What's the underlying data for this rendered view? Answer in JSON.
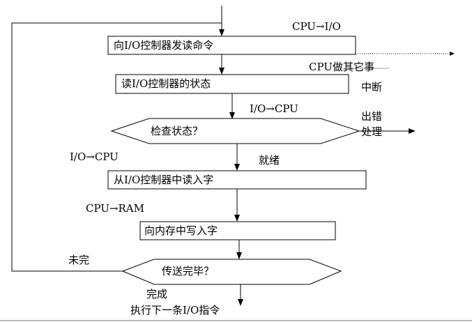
{
  "steps": {
    "send_read_cmd": "向I/O控制器发读命令",
    "read_status": "读I/O控制器的状态",
    "check_status": "检查状态？",
    "read_word": "从I/O控制器中读入字",
    "write_memory": "向内存中写入字",
    "transfer_done": "传送完毕？"
  },
  "labels": {
    "cpu_to_io": "CPU→I/O",
    "cpu_other": "CPU做其它事",
    "interrupt": "中断",
    "io_to_cpu_top": "I/O→CPU",
    "error_line1": "出错",
    "error_line2": "处理",
    "io_to_cpu_left": "I/O→CPU",
    "ready": "就绪",
    "cpu_to_ram": "CPU→RAM",
    "not_done": "未完",
    "done": "完成",
    "next_instruction": "执行下一条I/O指令"
  }
}
